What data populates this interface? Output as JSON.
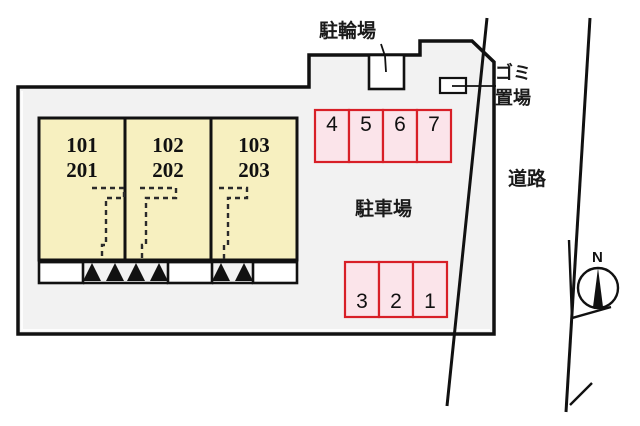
{
  "map": {
    "type": "property-site-plan",
    "colors": {
      "site_fill": "#f2f2f2",
      "building_fill": "#f7f0c0",
      "stall_fill": "#fbe4ea",
      "stall_stroke": "#d81f27",
      "line": "#111111",
      "white": "#ffffff"
    }
  },
  "building": {
    "units": [
      {
        "floor1": "101",
        "floor2": "201"
      },
      {
        "floor1": "102",
        "floor2": "202"
      },
      {
        "floor1": "103",
        "floor2": "203"
      }
    ]
  },
  "labels": {
    "bicycle_parking": "駐輪場",
    "garbage_area": "ゴミ\n置場",
    "garbage_area_line1": "ゴミ",
    "garbage_area_line2": "置場",
    "car_parking": "駐車場",
    "road": "道路",
    "compass_north": "N"
  },
  "parking": {
    "upper_row": [
      "4",
      "5",
      "6",
      "7"
    ],
    "lower_row": [
      "3",
      "2",
      "1"
    ]
  }
}
